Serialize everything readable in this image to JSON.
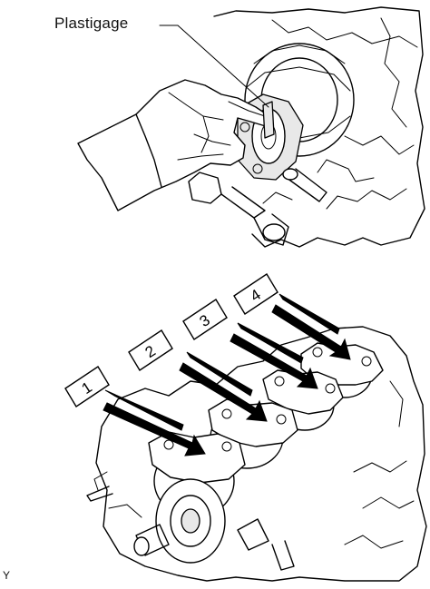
{
  "callout": {
    "label": "Plastigage"
  },
  "corner_mark": "Y",
  "bearing_cap_labels": [
    "1",
    "2",
    "3",
    "4"
  ],
  "colors": {
    "line": "#000000",
    "background": "#ffffff",
    "shade": "#e8e8e8"
  }
}
